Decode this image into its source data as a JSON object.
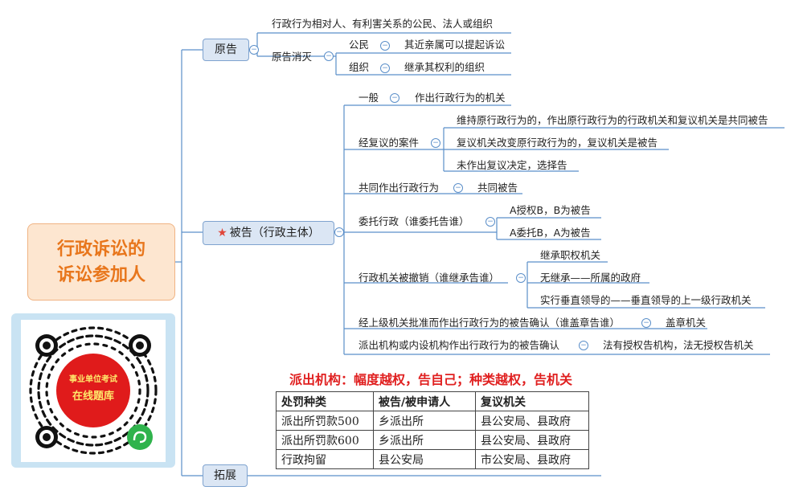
{
  "root": {
    "line1": "行政诉讼的",
    "line2": "诉讼参加人"
  },
  "plaintiff": {
    "label": "原告",
    "definition": "行政行为相对人、有利害关系的公民、法人或组织",
    "extinction": {
      "label": "原告消灭",
      "items": [
        {
          "label": "公民",
          "detail": "其近亲属可以提起诉讼"
        },
        {
          "label": "组织",
          "detail": "继承其权利的组织"
        }
      ]
    }
  },
  "defendant": {
    "label": "被告（行政主体）",
    "general": {
      "label": "一般",
      "detail": "作出行政行为的机关"
    },
    "review": {
      "label": "经复议的案件",
      "items": [
        "维持原行政行为的，作出原行政行为的行政机关和复议机关是共同被告",
        "复议机关改变原行政行为的，复议机关是被告",
        "未作出复议决定，选择告"
      ]
    },
    "joint": {
      "label": "共同作出行政行为",
      "detail": "共同被告"
    },
    "entrust": {
      "label": "委托行政（谁委托告谁）",
      "items": [
        "A授权B，B为被告",
        "A委托B，A为被告"
      ]
    },
    "revoked": {
      "label": "行政机关被撤销（谁继承告谁）",
      "items": [
        "继承职权机关",
        "无继承——所属的政府",
        "实行垂直领导的——垂直领导的上一级行政机关"
      ]
    },
    "approval": {
      "label": "经上级机关批准而作出行政行为的被告确认（谁盖章告谁）",
      "detail": "盖章机关"
    },
    "dispatched": {
      "label": "派出机构或内设机构作出行政行为的被告确认",
      "detail": "法有授权告机构，法无授权告机关"
    }
  },
  "extension": {
    "label": "拓展",
    "headline": "派出机构：幅度越权，告自己；种类越权，告机关",
    "table": {
      "headers": [
        "处罚种类",
        "被告/被申请人",
        "复议机关"
      ],
      "rows": [
        [
          "派出所罚款500",
          "乡派出所",
          "县公安局、县政府"
        ],
        [
          "派出所罚款600",
          "乡派出所",
          "县公安局、县政府"
        ],
        [
          "行政拘留",
          "县公安局",
          "市公安局、县政府"
        ]
      ]
    }
  },
  "qr": {
    "text1": "事业单位考试",
    "text2": "在线题库"
  }
}
